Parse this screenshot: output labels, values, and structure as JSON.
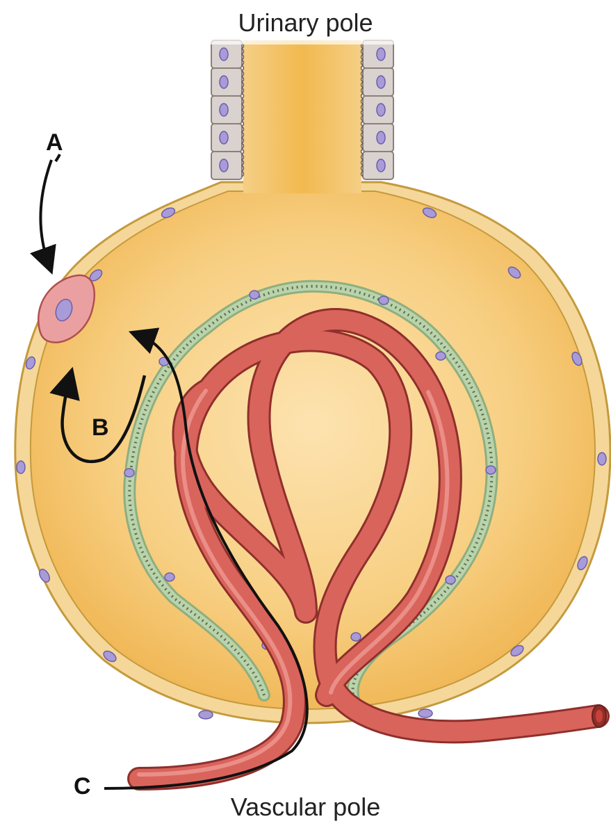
{
  "labels": {
    "top": "Urinary pole",
    "bottom": "Vascular pole",
    "a": "A",
    "b": "B",
    "c": "C"
  },
  "colors": {
    "capsule_fill": "#f2c060",
    "capsule_edge": "#c49a3c",
    "tubule_cell": "#d9d2cf",
    "nucleus": "#a89bd8",
    "podocyte": "#a9c39a",
    "capillary": "#d9645c",
    "capillary_edge": "#8e2f2b",
    "arrow": "#111111"
  }
}
